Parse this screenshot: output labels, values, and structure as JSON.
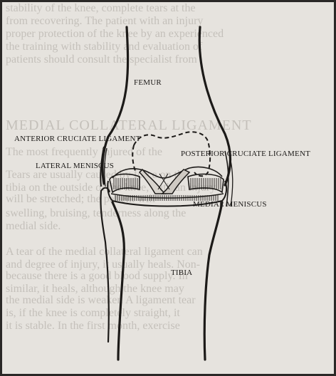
{
  "labels": {
    "femur": "FEMUR",
    "acl": "ANTERIOR CRUCIATE LIGAMENT",
    "pcl": "POSTERIOR CRUCIATE LIGAMENT",
    "lateral_meniscus": "LATERAL MENISCUS",
    "medial_meniscus": "MEDIAL MENISCUS",
    "tibia": "TIBIA"
  },
  "background_text": {
    "lines": [
      "stability of the knee, complete tears at the",
      "from recovering. The patient with an injury",
      "proper protection of the knee by an experienced",
      "the training with stability and evaluation of",
      "patients should consult the specialist from",
      "MEDIAL COLLATERAL LIGAMENT",
      "The most frequently injured of the",
      "Tears are usually caused by force on the",
      "tibia on the outside of the knee, with an injury",
      "will be stretched; the patient will",
      "swelling, bruising, tenderness along the",
      "medial side.",
      "A tear of the medial collateral ligament can",
      "and degree of injury, it usually heals. Non-",
      "because there is a good blood supply. In",
      "similar, it heals, although the knee may",
      "the medial side is weaker. A ligament tear",
      "is, if the knee is completely straight, it",
      "it is stable. In the first month, exercise"
    ]
  },
  "colors": {
    "paper": "#e6e3de",
    "ink": "#1c1a18",
    "ghost_text": "#b9b5af",
    "frame": "#2a2826"
  }
}
